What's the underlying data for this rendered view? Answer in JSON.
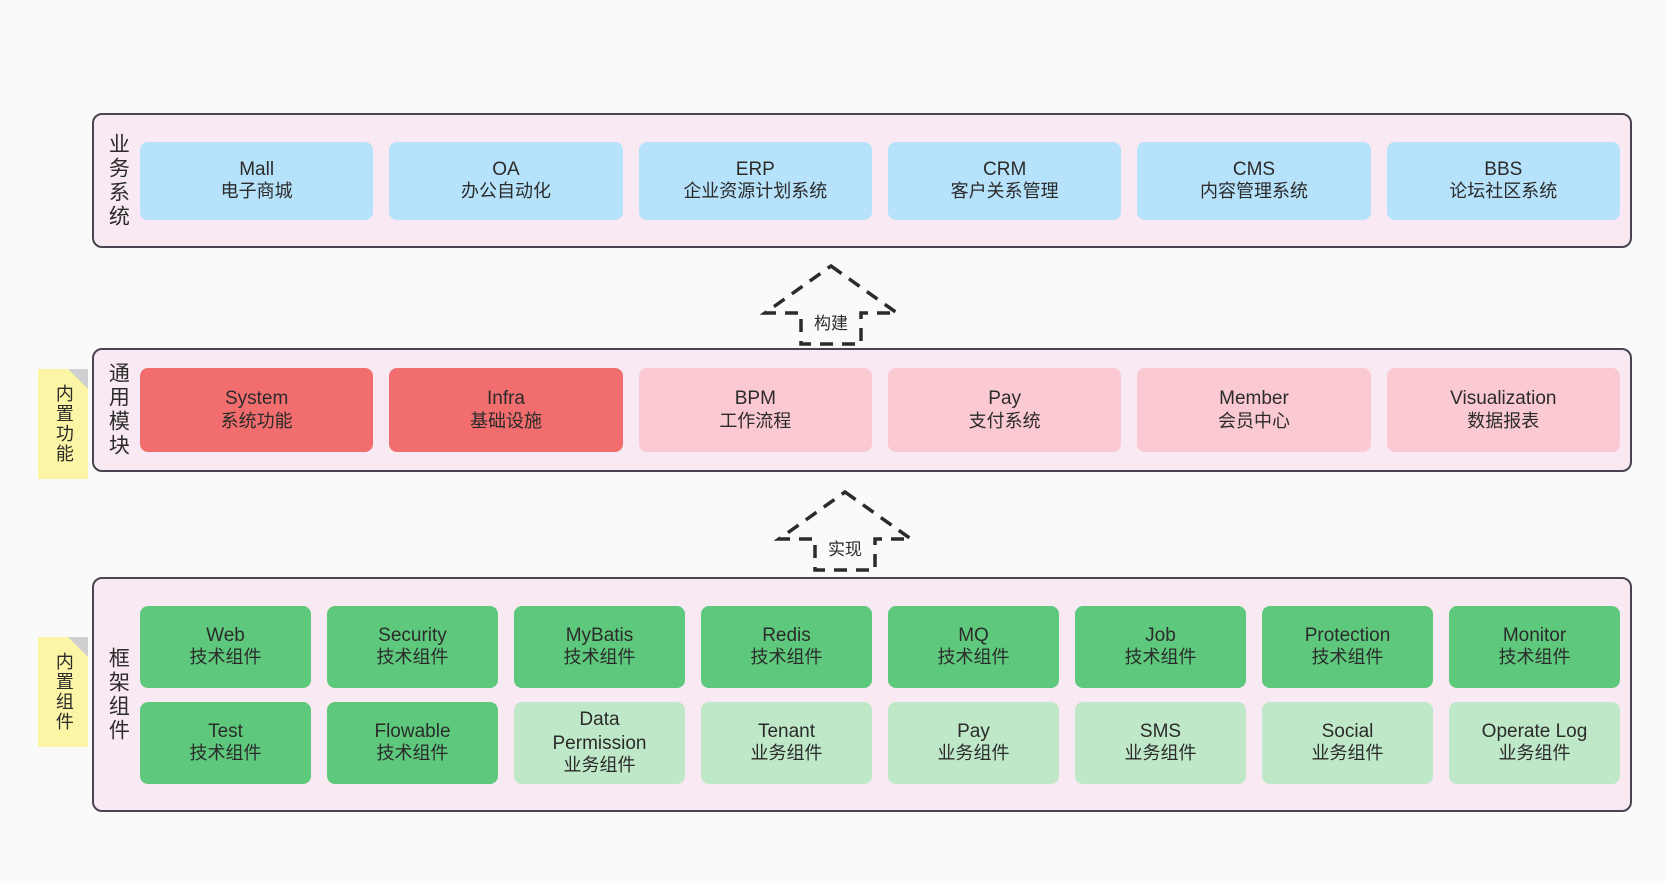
{
  "diagram": {
    "background_color": "#fafafa",
    "layer_bg_color": "#f8e9f3",
    "layer_border_color": "#4a4351",
    "note_color": "#fbf5a5",
    "note_fold_color": "#cfcfcf"
  },
  "layers": [
    {
      "id": "business",
      "title": "业务系统",
      "note": null,
      "rows": [
        [
          {
            "name": "Mall",
            "sub": "电子商城",
            "color": "#b6e2fb",
            "style": "c-blue"
          },
          {
            "name": "OA",
            "sub": "办公自动化",
            "color": "#b6e2fb",
            "style": "c-blue"
          },
          {
            "name": "ERP",
            "sub": "企业资源计划系统",
            "color": "#b6e2fb",
            "style": "c-blue"
          },
          {
            "name": "CRM",
            "sub": "客户关系管理",
            "color": "#b6e2fb",
            "style": "c-blue"
          },
          {
            "name": "CMS",
            "sub": "内容管理系统",
            "color": "#b6e2fb",
            "style": "c-blue"
          },
          {
            "name": "BBS",
            "sub": "论坛社区系统",
            "color": "#b6e2fb",
            "style": "c-blue"
          }
        ]
      ]
    },
    {
      "id": "modules",
      "title": "通用模块",
      "note": "内置功能",
      "rows": [
        [
          {
            "name": "System",
            "sub": "系统功能",
            "color": "#f26d6d",
            "style": "c-red"
          },
          {
            "name": "Infra",
            "sub": "基础设施",
            "color": "#f26d6d",
            "style": "c-red"
          },
          {
            "name": "BPM",
            "sub": "工作流程",
            "color": "#fbc9d1",
            "style": "c-pink"
          },
          {
            "name": "Pay",
            "sub": "支付系统",
            "color": "#fbc9d1",
            "style": "c-pink"
          },
          {
            "name": "Member",
            "sub": "会员中心",
            "color": "#fbc9d1",
            "style": "c-pink"
          },
          {
            "name": "Visualization",
            "sub": "数据报表",
            "color": "#fbc9d1",
            "style": "c-pink"
          }
        ]
      ]
    },
    {
      "id": "framework",
      "title": "框架组件",
      "note": "内置组件",
      "rows": [
        [
          {
            "name": "Web",
            "sub": "技术组件",
            "color": "#5ec97c",
            "style": "c-green"
          },
          {
            "name": "Security",
            "sub": "技术组件",
            "color": "#5ec97c",
            "style": "c-green"
          },
          {
            "name": "MyBatis",
            "sub": "技术组件",
            "color": "#5ec97c",
            "style": "c-green"
          },
          {
            "name": "Redis",
            "sub": "技术组件",
            "color": "#5ec97c",
            "style": "c-green"
          },
          {
            "name": "MQ",
            "sub": "技术组件",
            "color": "#5ec97c",
            "style": "c-green"
          },
          {
            "name": "Job",
            "sub": "技术组件",
            "color": "#5ec97c",
            "style": "c-green"
          },
          {
            "name": "Protection",
            "sub": "技术组件",
            "color": "#5ec97c",
            "style": "c-green"
          },
          {
            "name": "Monitor",
            "sub": "技术组件",
            "color": "#5ec97c",
            "style": "c-green"
          }
        ],
        [
          {
            "name": "Test",
            "sub": "技术组件",
            "color": "#5ec97c",
            "style": "c-green"
          },
          {
            "name": "Flowable",
            "sub": "技术组件",
            "color": "#5ec97c",
            "style": "c-green"
          },
          {
            "name": "Data Permission",
            "sub": "业务组件",
            "color": "#bfe8c8",
            "style": "c-lightgreen"
          },
          {
            "name": "Tenant",
            "sub": "业务组件",
            "color": "#bfe8c8",
            "style": "c-lightgreen"
          },
          {
            "name": "Pay",
            "sub": "业务组件",
            "color": "#bfe8c8",
            "style": "c-lightgreen"
          },
          {
            "name": "SMS",
            "sub": "业务组件",
            "color": "#bfe8c8",
            "style": "c-lightgreen"
          },
          {
            "name": "Social",
            "sub": "业务组件",
            "color": "#bfe8c8",
            "style": "c-lightgreen"
          },
          {
            "name": "Operate Log",
            "sub": "业务组件",
            "color": "#bfe8c8",
            "style": "c-lightgreen"
          }
        ]
      ]
    }
  ],
  "arrows": [
    {
      "id": "build",
      "label": "构建",
      "direction": "up",
      "from": "modules",
      "to": "business"
    },
    {
      "id": "implement",
      "label": "实现",
      "direction": "up",
      "from": "framework",
      "to": "modules"
    }
  ]
}
